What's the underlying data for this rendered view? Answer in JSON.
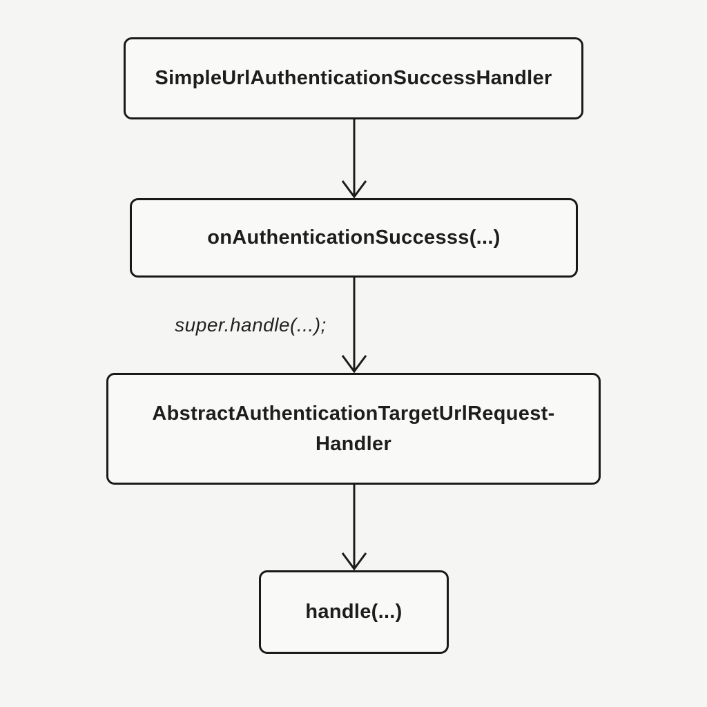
{
  "diagram": {
    "type": "flowchart",
    "direction": "top-down",
    "background_color": "#f5f5f3",
    "node_fill_color": "#f9f9f7",
    "stroke_color": "#1b1b1b",
    "text_color": "#1d1d1d",
    "nodes": [
      {
        "id": "simple-url-authentication-success-handler",
        "label": "SimpleUrlAuthenticationSuccessHandler"
      },
      {
        "id": "on-authentication-success",
        "label": "onAuthenticationSuccesss(...)"
      },
      {
        "id": "abstract-authentication-target-url-request-handler",
        "label_line1": "AbstractAuthenticationTargetUrlRequest-",
        "label_line2": "Handler"
      },
      {
        "id": "handle",
        "label": "handle(...)"
      }
    ],
    "edges": [
      {
        "from": "simple-url-authentication-success-handler",
        "to": "on-authentication-success",
        "label": ""
      },
      {
        "from": "on-authentication-success",
        "to": "abstract-authentication-target-url-request-handler",
        "label": "super.handle(...);"
      },
      {
        "from": "abstract-authentication-target-url-request-handler",
        "to": "handle",
        "label": ""
      }
    ]
  }
}
